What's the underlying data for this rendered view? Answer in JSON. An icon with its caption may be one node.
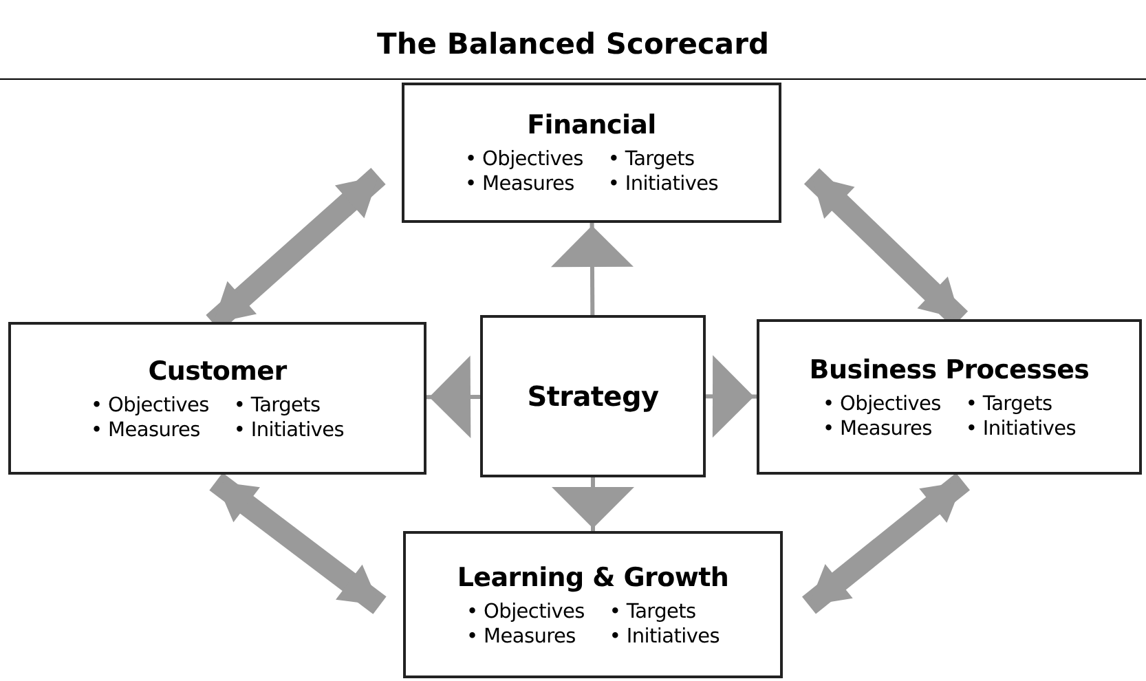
{
  "diagram": {
    "title": "The Balanced Scorecard",
    "nodes": [
      {
        "text": [
          "Financial",
          "• Objectives",
          "• Targets",
          "• Measures",
          "• Initiatives"
        ]
      },
      {
        "text": [
          "Customer",
          "• Objectives",
          "• Targets",
          "• Measures",
          "• Initiatives"
        ]
      },
      {
        "text": [
          "Strategy"
        ]
      },
      {
        "text": [
          "Business Processes",
          "• Objectives",
          "• Targets",
          "• Measures",
          "• Initiatives"
        ]
      },
      {
        "text": [
          "Learning & Growth",
          "• Objectives",
          "• Targets",
          "• Measures",
          "• Initiatives"
        ]
      }
    ],
    "edges": [
      {
        "from": 0,
        "to": 1,
        "arrow": "both",
        "style": "thick"
      },
      {
        "from": 0,
        "to": 3,
        "arrow": "both",
        "style": "thick"
      },
      {
        "from": 2,
        "to": 0,
        "arrow": "to"
      },
      {
        "from": 2,
        "to": 1,
        "arrow": "to"
      },
      {
        "from": 2,
        "to": 3,
        "arrow": "to"
      },
      {
        "from": 2,
        "to": 4,
        "arrow": "to"
      },
      {
        "from": 1,
        "to": 4,
        "arrow": "both",
        "style": "thick"
      },
      {
        "from": 3,
        "to": 4,
        "arrow": "both",
        "style": "thick"
      }
    ]
  }
}
